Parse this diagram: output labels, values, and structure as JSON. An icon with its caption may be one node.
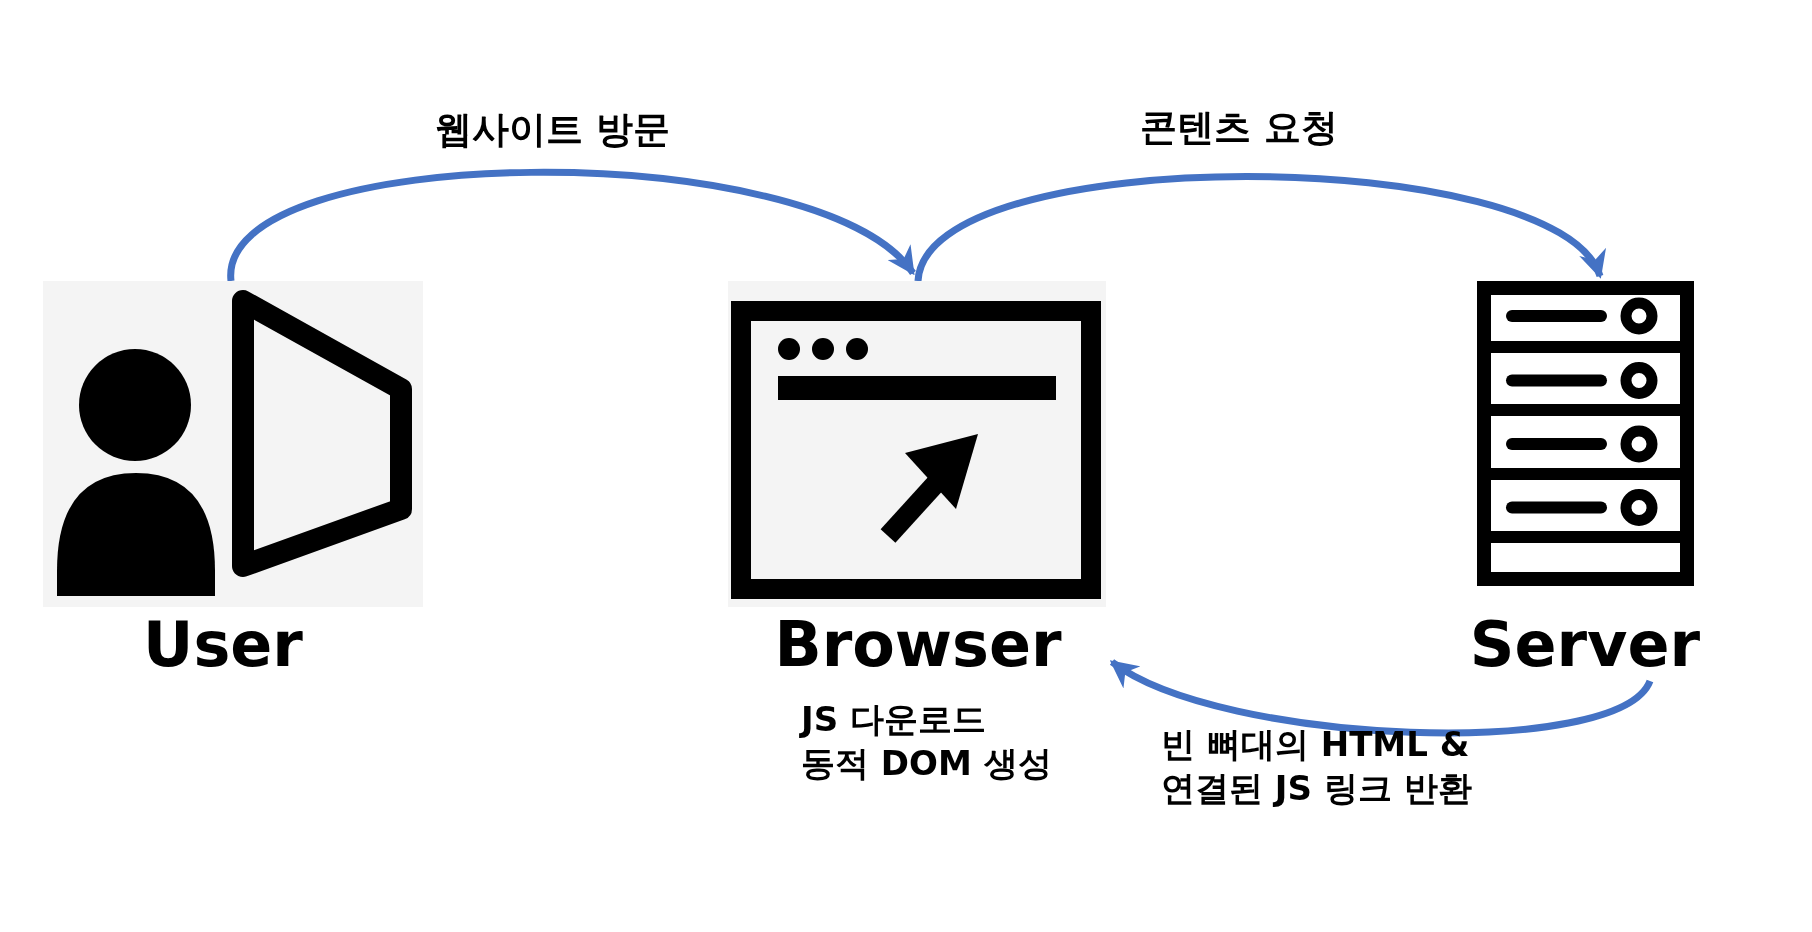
{
  "diagram": {
    "nodes": [
      {
        "text": [
          "User"
        ]
      },
      {
        "text": [
          "Browser"
        ],
        "beside": [
          "JS 다운로드 동적 DOM 생성"
        ]
      },
      {
        "text": [
          "Server"
        ]
      }
    ],
    "edges": [
      {
        "from": 0,
        "to": 1,
        "arrow": "to",
        "label": "웹사이트 방문"
      },
      {
        "from": 1,
        "to": 2,
        "arrow": "to",
        "label": "콘텐츠 요청"
      },
      {
        "from": 2,
        "to": 1,
        "arrow": "to",
        "label": "빈 뼈대의 HTML & 연결된 JS 링크 반환"
      }
    ]
  }
}
